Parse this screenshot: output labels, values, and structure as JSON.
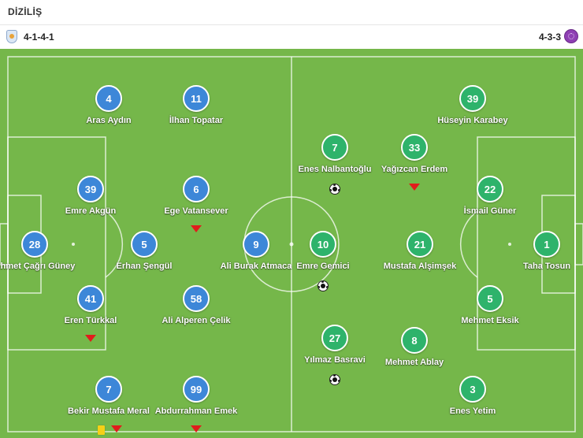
{
  "section_title": "DİZİLİŞ",
  "home": {
    "formation": "4-1-4-1",
    "color": "#3d87d8",
    "crest": "home-team-crest-icon",
    "players": [
      {
        "number": "28",
        "name": "Ahmet Çağrı Güney",
        "events": []
      },
      {
        "number": "4",
        "name": "Aras Aydın",
        "events": []
      },
      {
        "number": "39",
        "name": "Emre Akgün",
        "events": []
      },
      {
        "number": "41",
        "name": "Eren Türkkal",
        "events": [
          "substitution"
        ]
      },
      {
        "number": "7",
        "name": "Bekir Mustafa Meral",
        "events": [
          "yellow-card",
          "substitution"
        ]
      },
      {
        "number": "5",
        "name": "Erhan Şengül",
        "events": []
      },
      {
        "number": "11",
        "name": "İlhan Topatar",
        "events": []
      },
      {
        "number": "6",
        "name": "Ege Vatansever",
        "events": [
          "substitution"
        ]
      },
      {
        "number": "58",
        "name": "Ali Alperen Çelik",
        "events": []
      },
      {
        "number": "99",
        "name": "Abdurrahman Emek",
        "events": [
          "substitution"
        ]
      },
      {
        "number": "9",
        "name": "Ali Burak Atmaca",
        "events": []
      }
    ]
  },
  "away": {
    "formation": "4-3-3",
    "color": "#2eb36b",
    "crest": "away-team-crest-icon",
    "players": [
      {
        "number": "7",
        "name": "Enes Nalbantoğlu",
        "events": [
          "goal"
        ]
      },
      {
        "number": "10",
        "name": "Emre Gemici",
        "events": [
          "goal"
        ]
      },
      {
        "number": "27",
        "name": "Yılmaz Basravi",
        "events": [
          "goal"
        ]
      },
      {
        "number": "33",
        "name": "Yağızcan Erdem",
        "events": [
          "substitution"
        ]
      },
      {
        "number": "21",
        "name": "Mustafa Alşimşek",
        "events": []
      },
      {
        "number": "8",
        "name": "Mehmet Ablay",
        "events": []
      },
      {
        "number": "39",
        "name": "Hüseyin Karabey",
        "events": []
      },
      {
        "number": "22",
        "name": "İsmail Güner",
        "events": []
      },
      {
        "number": "5",
        "name": "Mehmet Eksik",
        "events": []
      },
      {
        "number": "3",
        "name": "Enes Yetim",
        "events": []
      },
      {
        "number": "1",
        "name": "Taha Tosun",
        "events": []
      }
    ]
  }
}
